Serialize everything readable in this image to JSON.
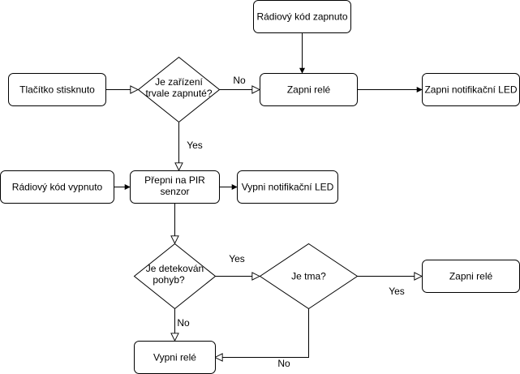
{
  "diagram": {
    "nodes": {
      "radio_on": "Rádiový kód zapnuto",
      "button_pressed": "Tlačítko stisknuto",
      "always_on_line1": "Je zařízení",
      "always_on_line2": "trvale zapnuté?",
      "relay_on_top": "Zapni relé",
      "notif_led_on": "Zapni notifikační LED",
      "radio_off": "Rádiový kód vypnuto",
      "pir_line1": "Přepni na PIR",
      "pir_line2": "senzor",
      "notif_led_off": "Vypni notifikační LED",
      "motion_line1": "Je detekován",
      "motion_line2": "pohyb?",
      "dark": "Je tma?",
      "relay_on_bottom": "Zapni relé",
      "relay_off": "Vypni relé"
    },
    "edges": {
      "always_on_no": "No",
      "always_on_yes": "Yes",
      "motion_yes": "Yes",
      "motion_no": "No",
      "dark_yes": "Yes",
      "dark_no": "No"
    }
  }
}
